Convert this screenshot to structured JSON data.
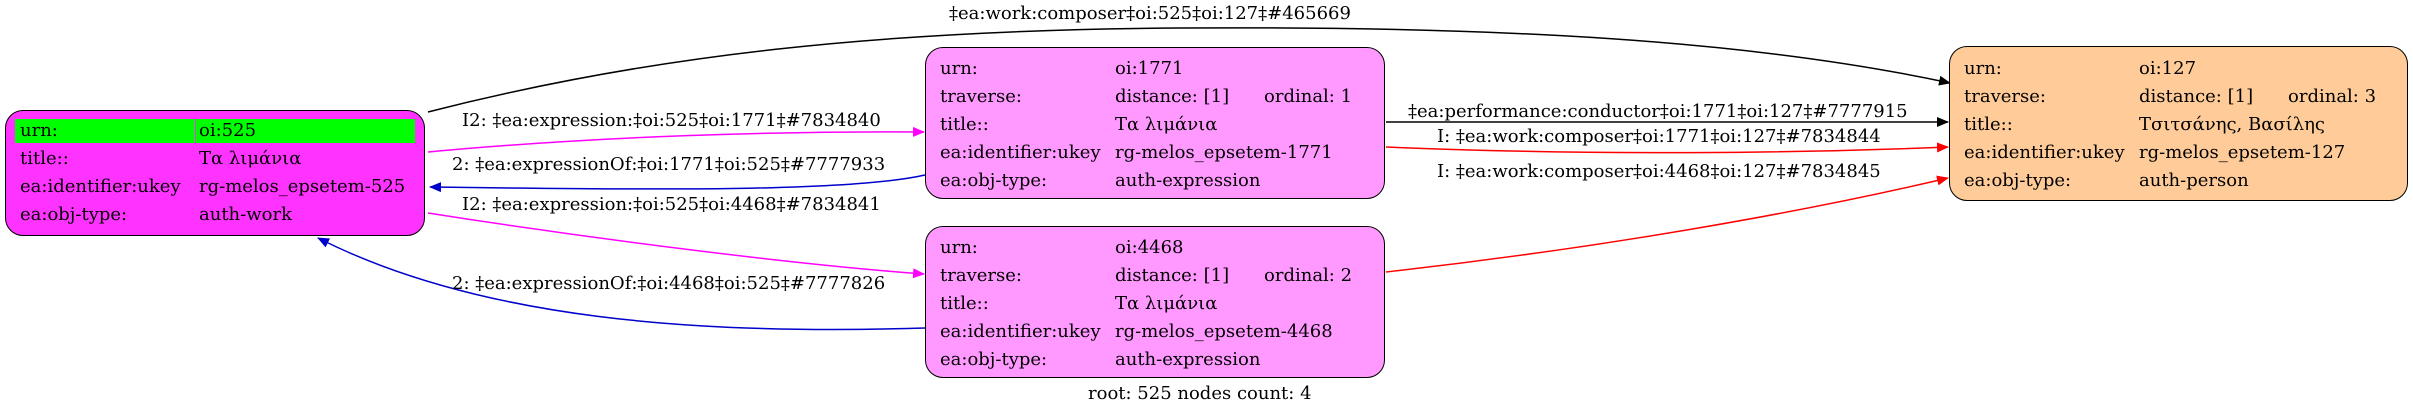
{
  "nodes": {
    "n525": {
      "rows": [
        {
          "key": "urn:",
          "value": "oi:525"
        },
        {
          "key": "title::",
          "value": "Τα λιμάνια"
        },
        {
          "key": "ea:identifier:ukey",
          "value": "rg-melos_epsetem-525"
        },
        {
          "key": "ea:obj-type:",
          "value": "auth-work"
        }
      ],
      "fill": "#ff33ff",
      "highlight": "#00ff00"
    },
    "n1771": {
      "rows": [
        {
          "key": "urn:",
          "value": "oi:1771",
          "extra": ""
        },
        {
          "key": "traverse:",
          "value": "distance: [1]",
          "extra": "ordinal: 1"
        },
        {
          "key": "title::",
          "value": "Τα λιμάνια",
          "extra": ""
        },
        {
          "key": "ea:identifier:ukey",
          "value": "rg-melos_epsetem-1771",
          "extra": ""
        },
        {
          "key": "ea:obj-type:",
          "value": "auth-expression",
          "extra": ""
        }
      ],
      "fill": "#ff99ff"
    },
    "n4468": {
      "rows": [
        {
          "key": "urn:",
          "value": "oi:4468",
          "extra": ""
        },
        {
          "key": "traverse:",
          "value": "distance: [1]",
          "extra": "ordinal: 2"
        },
        {
          "key": "title::",
          "value": "Τα λιμάνια",
          "extra": ""
        },
        {
          "key": "ea:identifier:ukey",
          "value": "rg-melos_epsetem-4468",
          "extra": ""
        },
        {
          "key": "ea:obj-type:",
          "value": "auth-expression",
          "extra": ""
        }
      ],
      "fill": "#ff99ff"
    },
    "n127": {
      "rows": [
        {
          "key": "urn:",
          "value": "oi:127",
          "extra": ""
        },
        {
          "key": "traverse:",
          "value": "distance: [1]",
          "extra": "ordinal: 3"
        },
        {
          "key": "title::",
          "value": "Τσιτσάνης, Βασίλης",
          "extra": ""
        },
        {
          "key": "ea:identifier:ukey",
          "value": "rg-melos_epsetem-127",
          "extra": ""
        },
        {
          "key": "ea:obj-type:",
          "value": "auth-person",
          "extra": ""
        }
      ],
      "fill": "#ffcc99"
    }
  },
  "edges": [
    {
      "label": "‡ea:work:composer‡oi:525‡oi:127‡#465669",
      "color": "#000000"
    },
    {
      "label": "I2: ‡ea:expression:‡oi:525‡oi:1771‡#7834840",
      "color": "#ff00ff"
    },
    {
      "label": "2: ‡ea:expressionOf:‡oi:1771‡oi:525‡#7777933",
      "color": "#0000cc"
    },
    {
      "label": "I2: ‡ea:expression:‡oi:525‡oi:4468‡#7834841",
      "color": "#ff00ff"
    },
    {
      "label": "2: ‡ea:expressionOf:‡oi:4468‡oi:525‡#7777826",
      "color": "#0000cc"
    },
    {
      "label": "‡ea:performance:conductor‡oi:1771‡oi:127‡#7777915",
      "color": "#000000"
    },
    {
      "label": "I: ‡ea:work:composer‡oi:1771‡oi:127‡#7834844",
      "color": "#ff0000"
    },
    {
      "label": "I: ‡ea:work:composer‡oi:4468‡oi:127‡#7834845",
      "color": "#ff0000"
    }
  ],
  "footer": "root: 525 nodes count: 4"
}
